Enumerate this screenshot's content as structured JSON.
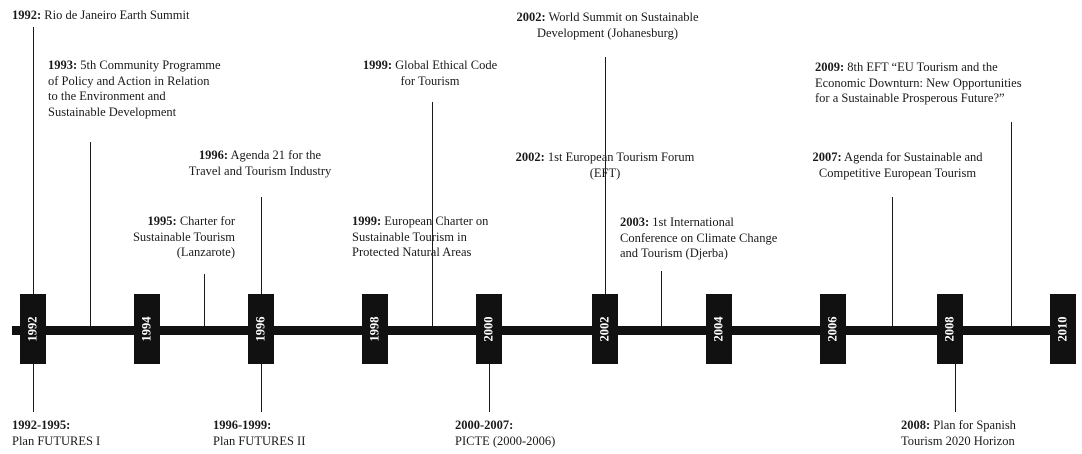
{
  "timeline": {
    "years": [
      "1992",
      "1994",
      "1996",
      "1998",
      "2000",
      "2002",
      "2004",
      "2006",
      "2008",
      "2010"
    ]
  },
  "events_above": [
    {
      "year": "1992:",
      "text": " Rio de Janeiro Earth Summit"
    },
    {
      "year": "1993:",
      "text": " 5th Community Programme\nof Policy and Action in Relation\nto the Environment and\nSustainable Development"
    },
    {
      "year": "1995:",
      "text": " Charter for\nSustainable Tourism\n(Lanzarote)"
    },
    {
      "year": "1996:",
      "text": " Agenda 21 for the\nTravel and Tourism Industry"
    },
    {
      "year": "1999:",
      "text": " Global Ethical Code\nfor Tourism"
    },
    {
      "year": "1999:",
      "text": " European Charter on\nSustainable Tourism in\nProtected Natural Areas"
    },
    {
      "year": "2002:",
      "text": " World Summit on Sustainable\nDevelopment (Johanesburg)"
    },
    {
      "year": "2002:",
      "text": " 1st European Tourism Forum\n(EFT)"
    },
    {
      "year": "2003:",
      "text": " 1st International\nConference on Climate Change\nand Tourism (Djerba)"
    },
    {
      "year": "2007:",
      "text": " Agenda for Sustainable and\nCompetitive European Tourism"
    },
    {
      "year": "2009:",
      "text": " 8th EFT “EU Tourism and the\nEconomic Downturn: New Opportunities\nfor a Sustainable Prosperous Future?”"
    }
  ],
  "events_below": [
    {
      "year": "1992-1995:",
      "text": "\nPlan FUTURES I"
    },
    {
      "year": "1996-1999:",
      "text": "\nPlan FUTURES II"
    },
    {
      "year": "2000-2007:",
      "text": "\nPICTE (2000-2006)"
    },
    {
      "year": "2008:",
      "text": " Plan for Spanish\nTourism 2020 Horizon"
    }
  ]
}
